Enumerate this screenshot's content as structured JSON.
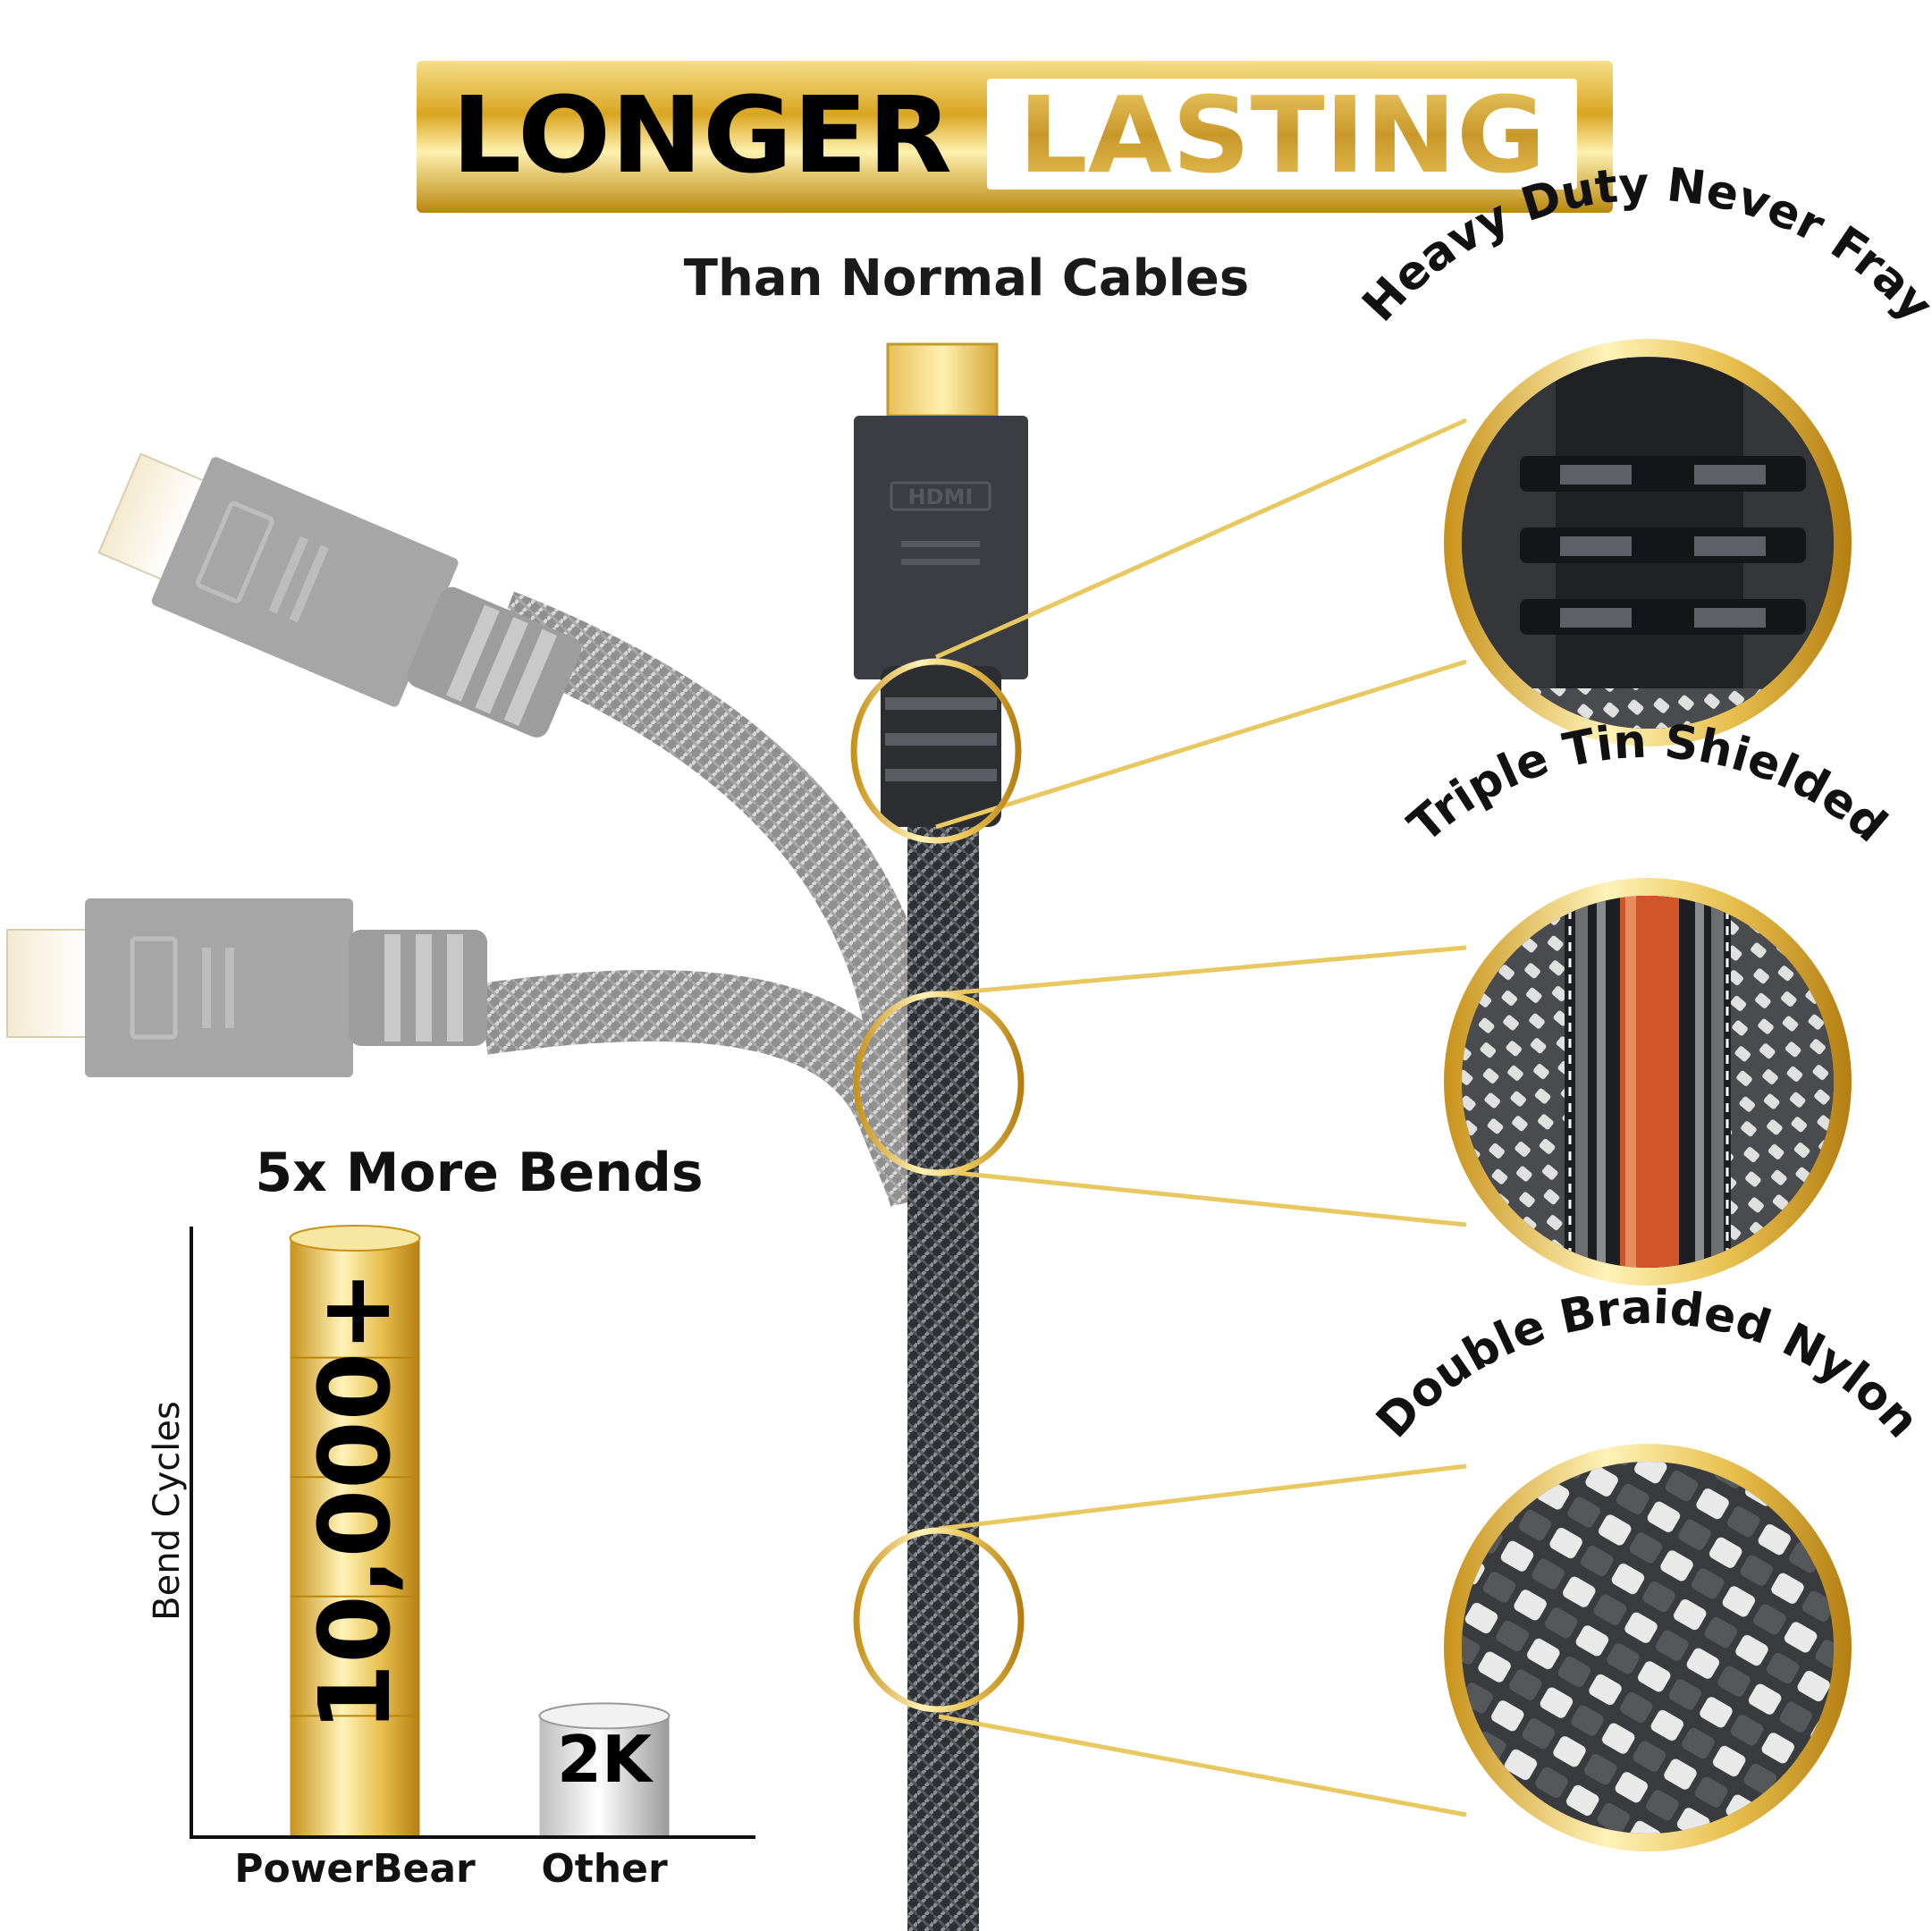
{
  "banner": {
    "word1": "LONGER",
    "word2": "LASTING",
    "subtitle": "Than Normal Cables"
  },
  "callouts": [
    {
      "label": "Heavy Duty Never Fray",
      "icon": "strain-relief-closeup"
    },
    {
      "label": "Triple Tin Shielded",
      "icon": "shielding-cross-section"
    },
    {
      "label": "Double Braided Nylon",
      "icon": "nylon-braid-closeup"
    }
  ],
  "connector_logo": "HDMI",
  "colors": {
    "gold": "#d9a520",
    "gold_light": "#f7e38a",
    "cable_dark": "#3a3c40",
    "cable_grey": "#a9a9a9",
    "copper": "#d0562a"
  },
  "chart_data": {
    "type": "bar",
    "title": "5x More Bends",
    "ylabel": "Bend Cycles",
    "xlabel": "",
    "categories": [
      "PowerBear",
      "Other"
    ],
    "values": [
      10000,
      2000
    ],
    "data_labels": [
      "10,000+",
      "2K"
    ],
    "ylim": [
      0,
      10000
    ],
    "grid": false
  }
}
